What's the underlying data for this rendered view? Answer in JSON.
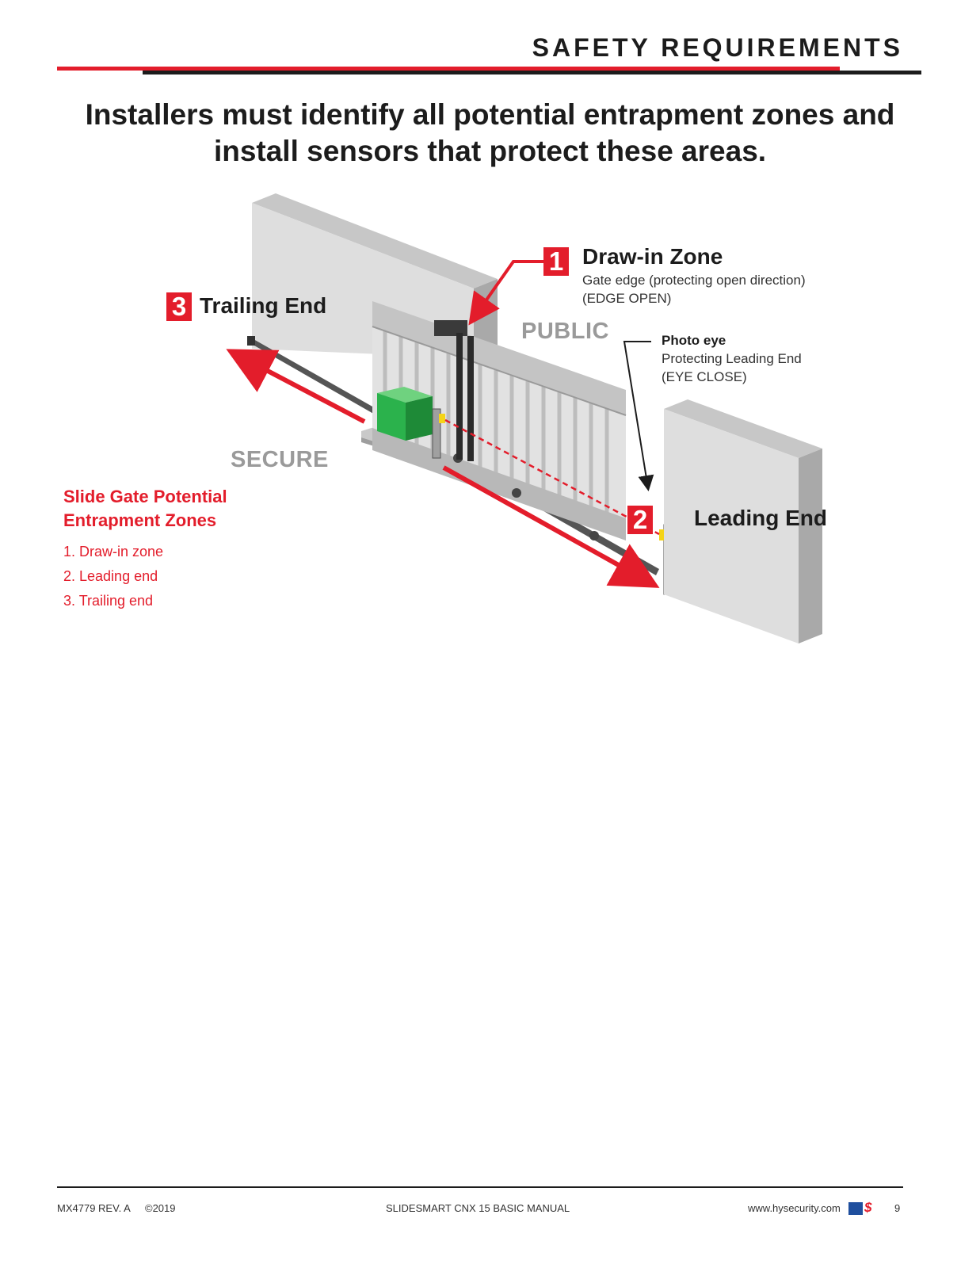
{
  "header": {
    "section_title": "SAFETY REQUIREMENTS"
  },
  "headline": "Installers must identify all potential entrapment zones and install sensors that protect these areas.",
  "diagram": {
    "zones": {
      "public": "PUBLIC",
      "secure": "SECURE"
    },
    "callouts": {
      "draw_in": {
        "number": "1",
        "title": "Draw-in Zone",
        "line1": "Gate edge (protecting open direction)",
        "line2": "(EDGE OPEN)"
      },
      "leading": {
        "number": "2",
        "title": "Leading End"
      },
      "trailing": {
        "number": "3",
        "title": "Trailing End"
      },
      "photo_eye": {
        "title": "Photo eye",
        "line1": "Protecting Leading End",
        "line2": "(EYE CLOSE)"
      }
    },
    "colors": {
      "accent": "#e31d2b",
      "operator": "#2bb24c",
      "photo_eye": "#f5d417"
    }
  },
  "legend": {
    "title": "Slide Gate Potential Entrapment Zones",
    "items": [
      "1. Draw-in zone",
      "2. Leading end",
      "3. Trailing end"
    ]
  },
  "footer": {
    "doc_rev": "MX4779 REV. A",
    "copyright": "©2019",
    "manual": "SLIDESMART CNX 15 BASIC MANUAL",
    "website": "www.hysecurity.com",
    "page": "9"
  }
}
